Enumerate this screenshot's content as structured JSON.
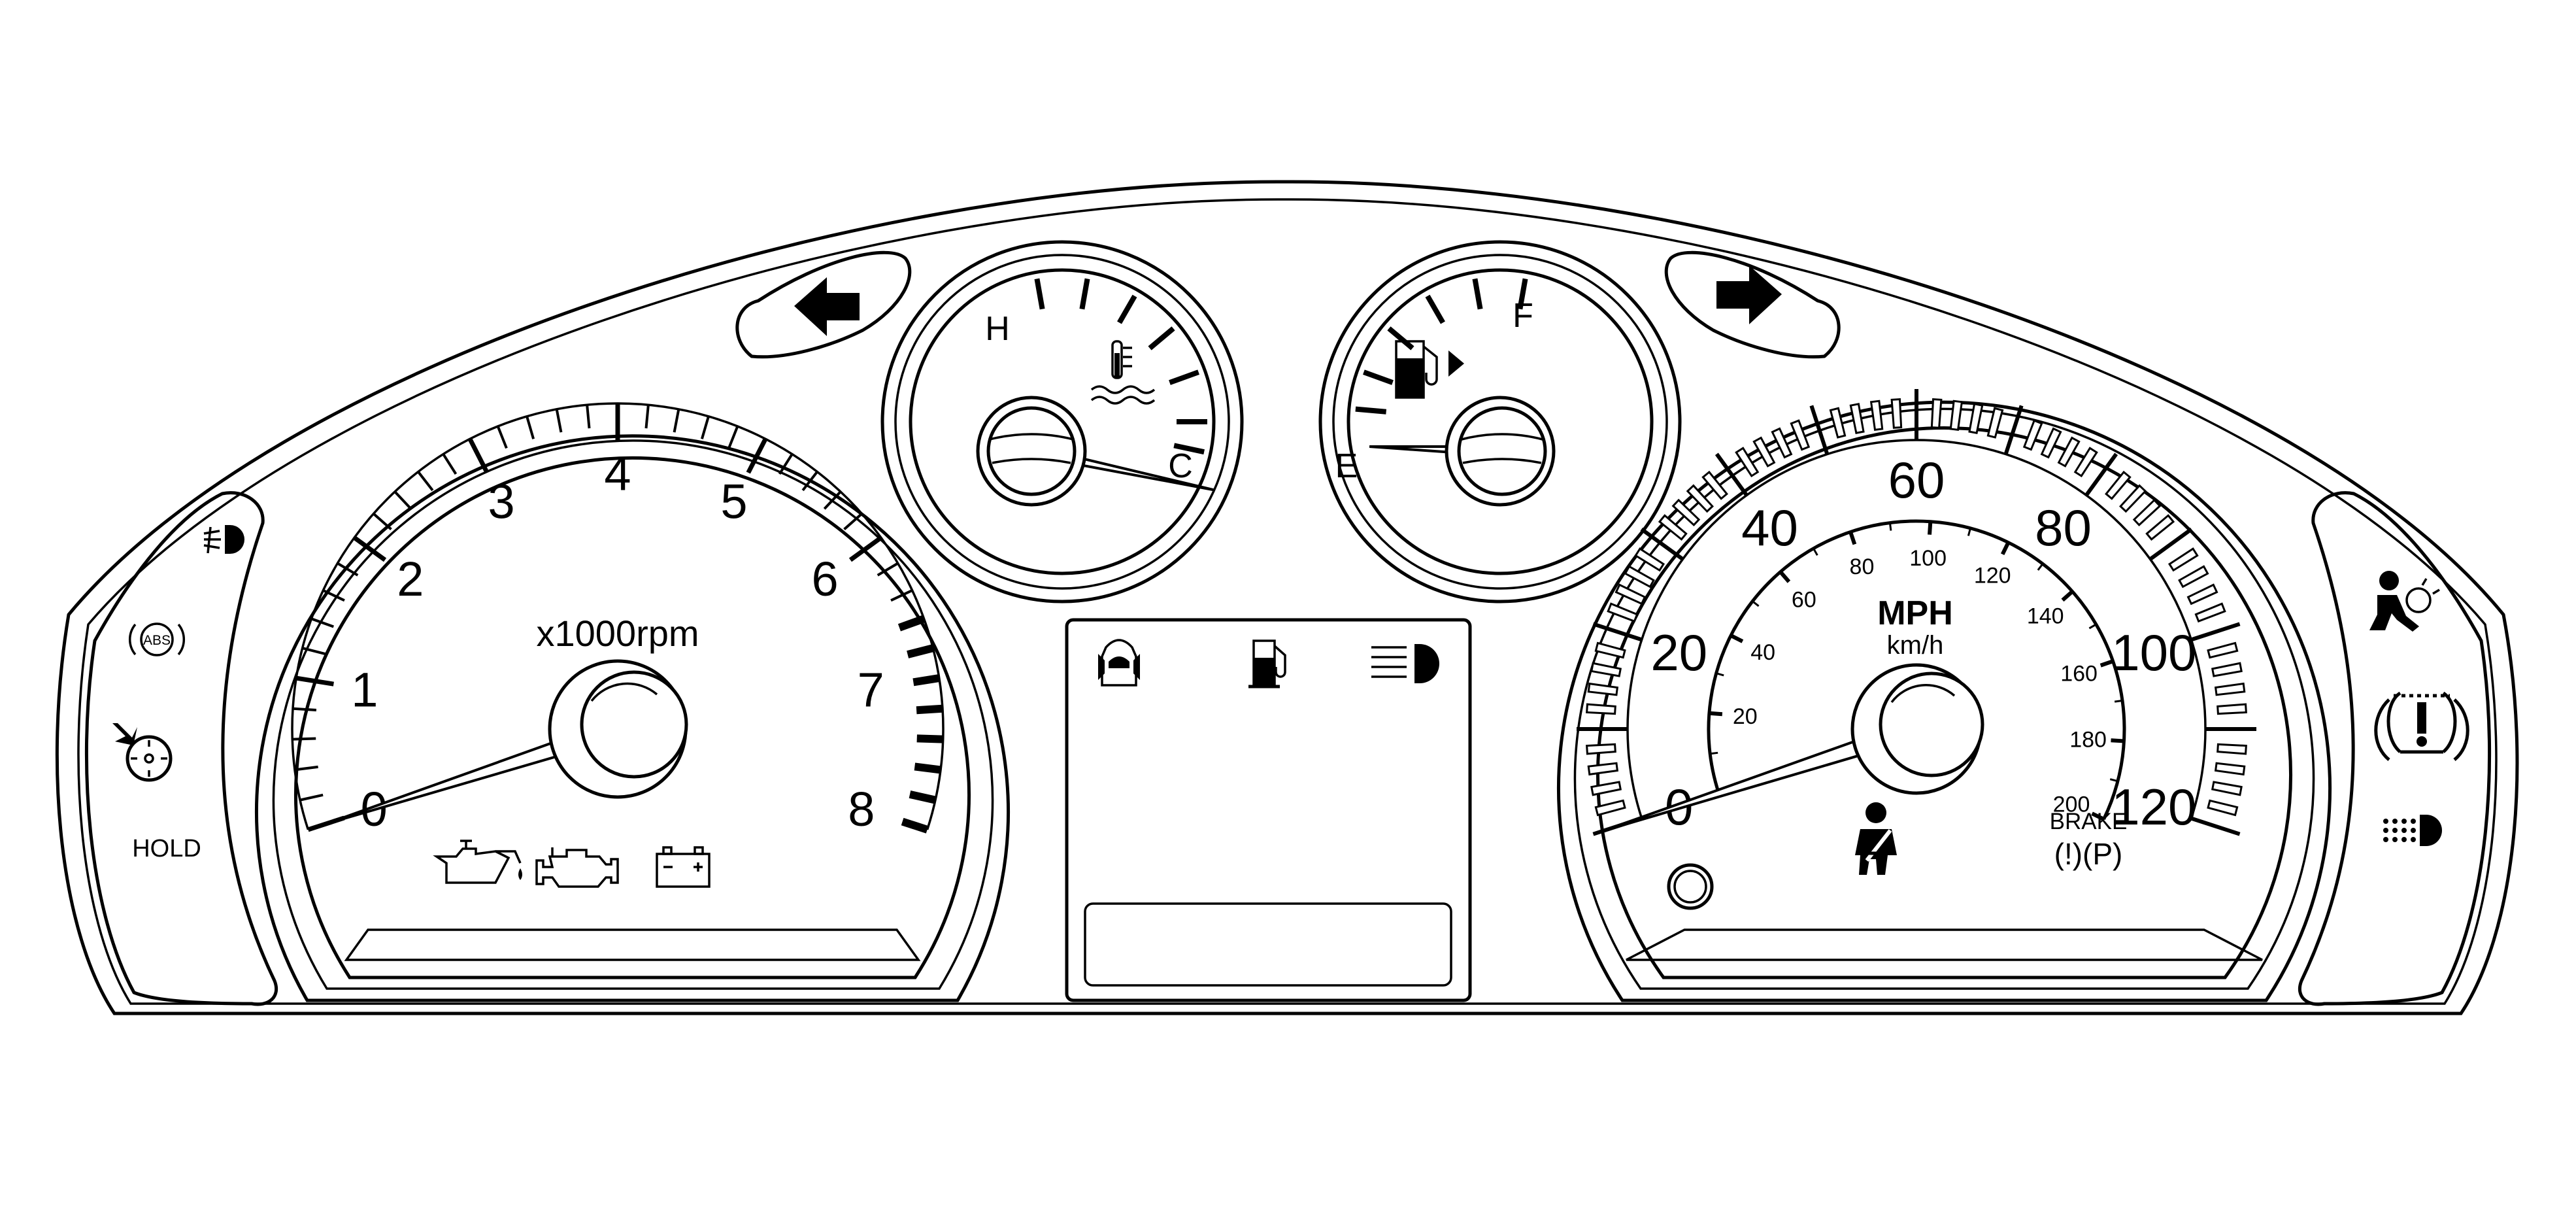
{
  "tachometer": {
    "labels": [
      "0",
      "1",
      "2",
      "3",
      "4",
      "5",
      "6",
      "7",
      "8"
    ],
    "unit": "x1000rpm",
    "range": [
      0,
      8
    ],
    "redline_from": 6.5,
    "needle_value": 0
  },
  "temperature_gauge": {
    "hot_label": "H",
    "cold_label": "C",
    "icon": "coolant-temperature-icon",
    "needle_level": 0
  },
  "fuel_gauge": {
    "full_label": "F",
    "empty_label": "E",
    "icon": "fuel-pump-icon",
    "needle_level": 0
  },
  "speedometer": {
    "mph_labels": [
      "0",
      "20",
      "40",
      "60",
      "80",
      "100",
      "120"
    ],
    "mph_range": [
      0,
      120
    ],
    "kmh_labels": [
      "20",
      "40",
      "60",
      "80",
      "100",
      "120",
      "140",
      "160",
      "180",
      "200"
    ],
    "kmh_range": [
      0,
      200
    ],
    "unit_primary": "MPH",
    "unit_secondary": "km/h",
    "needle_value": 0
  },
  "brake_indicator": {
    "label": "BRAKE",
    "symbol": "(!)(P)"
  },
  "left_indicators": [
    {
      "name": "front-fog-light-icon"
    },
    {
      "name": "abs-warning-icon",
      "text": "ABS"
    },
    {
      "name": "hill-hold-icon",
      "text": "HOLD"
    }
  ],
  "right_indicators": [
    {
      "name": "airbag-warning-icon"
    },
    {
      "name": "tire-pressure-warning-icon"
    },
    {
      "name": "rear-fog-light-icon"
    }
  ],
  "turn_signals": [
    "left-turn-arrow-icon",
    "right-turn-arrow-icon"
  ],
  "tach_warning_icons": [
    "oil-pressure-icon",
    "check-engine-icon",
    "battery-icon"
  ],
  "center_display_icons": [
    "door-ajar-icon",
    "low-fuel-icon",
    "high-beam-icon"
  ],
  "speedo_warning_icons": [
    "seatbelt-reminder-icon"
  ],
  "colors": {
    "line": "#000000",
    "face": "#ffffff"
  }
}
